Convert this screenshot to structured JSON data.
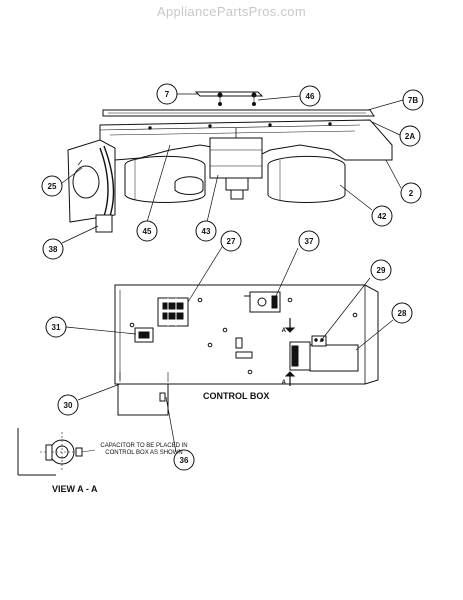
{
  "watermark": "AppliancePartsPros.com",
  "labels": {
    "control_box": "CONTROL BOX",
    "view": "VIEW A - A",
    "capacitor_note_line1": "CAPACITOR TO BE PLACED IN",
    "capacitor_note_line2": "CONTROL BOX AS SHOWN",
    "section_mark": "A"
  },
  "callouts": [
    "7",
    "46",
    "7B",
    "2A",
    "2",
    "25",
    "45",
    "43",
    "42",
    "38",
    "27",
    "37",
    "29",
    "28",
    "31",
    "30",
    "36"
  ]
}
